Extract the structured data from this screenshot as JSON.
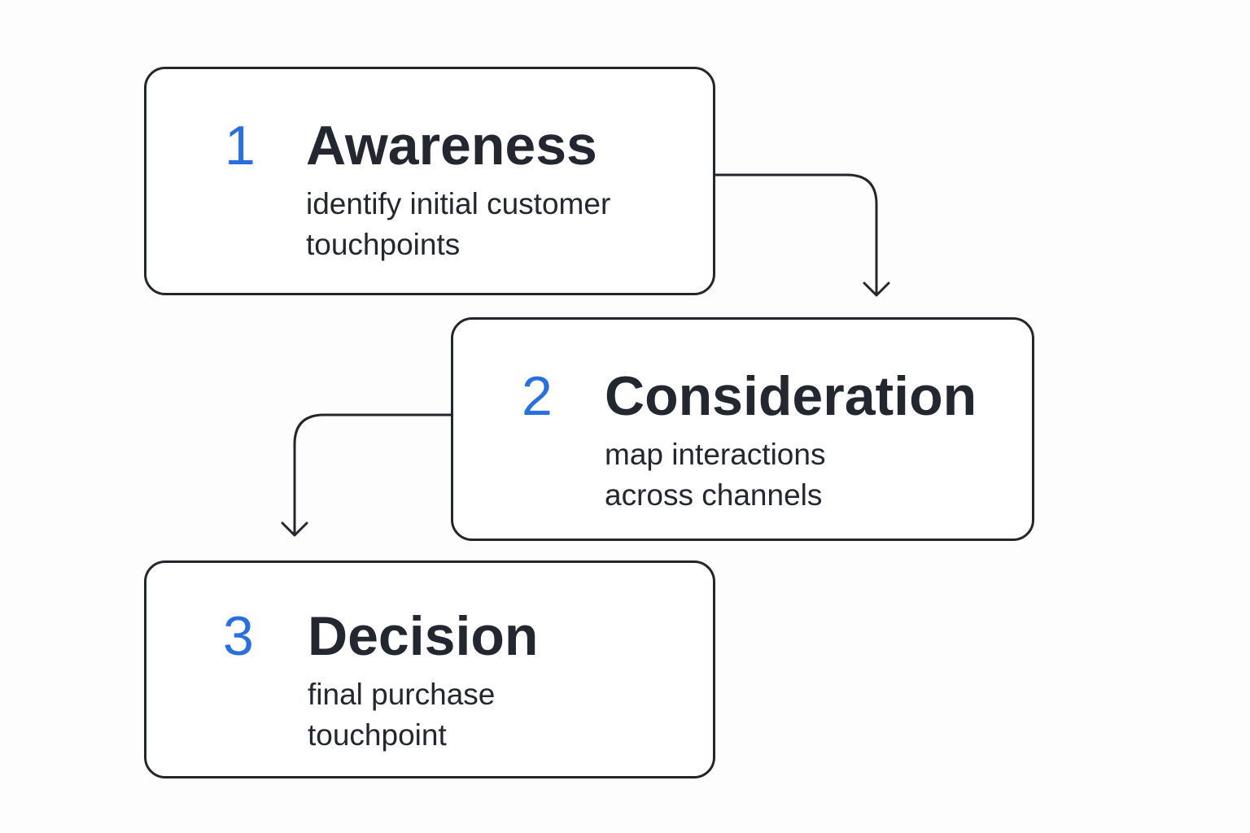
{
  "stages": [
    {
      "number": "1",
      "title": "Awareness",
      "description_lines": [
        "identify initial customer",
        "touchpoints"
      ]
    },
    {
      "number": "2",
      "title": "Consideration",
      "description_lines": [
        "map interactions",
        "across channels"
      ]
    },
    {
      "number": "3",
      "title": "Decision",
      "description_lines": [
        "final purchase",
        "touchpoint"
      ]
    }
  ],
  "colors": {
    "number_accent": "#2a6fe0",
    "text": "#232830",
    "border": "#22262d",
    "background": "#fdfdfd"
  },
  "icons": [
    "arrow-down-icon"
  ]
}
